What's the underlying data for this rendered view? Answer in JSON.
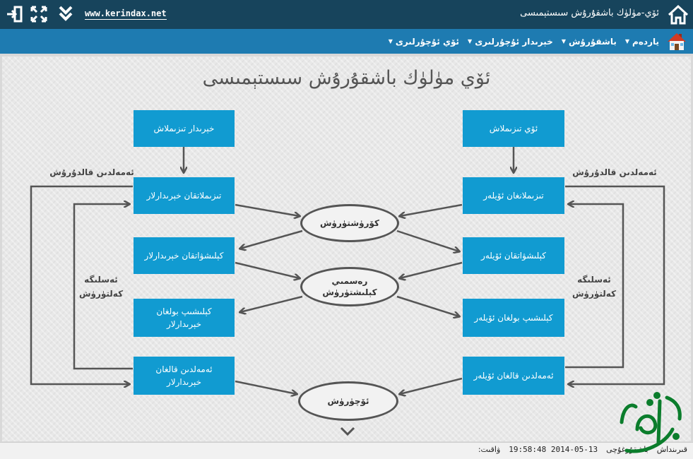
{
  "topbar": {
    "site_url": "www.kerindax.net",
    "app_title": "ئۆي-مۈلۈك باشقۇرۇش سىستېمىسى",
    "icons": [
      "exit-icon",
      "fullscreen-icon",
      "download-icon",
      "home-icon"
    ]
  },
  "menu": {
    "items": [
      {
        "label": "ئۆي ئۇچۇرلىرى"
      },
      {
        "label": "خېرىدار ئۇچۇرلىرى"
      },
      {
        "label": "باشقۇرۇش"
      },
      {
        "label": "ياردەم"
      }
    ]
  },
  "diagram": {
    "title": "ئۆي مۈلۈك باشقۇرۇش سىستېمىسى",
    "left_top": "خېرىدار تىزىملاش",
    "right_top": "ئۆي تىزىملاش",
    "left_boxes": [
      "تىزىملاتقان خېرىدارلار",
      "كېلىشۋاتقان خېرىدارلار",
      "كېلىشىپ بولغان خېرىدارلار",
      "ئەمەلدىن قالغان خېرىدارلار"
    ],
    "right_boxes": [
      "تىزىملانغان ئۆيلەر",
      "كېلىشۋاتقان ئۆيلەر",
      "كېلىشىپ بولغان ئۆيلەر",
      "ئەمەلدىن قالغان ئۆيلەر"
    ],
    "ovals": [
      "كۆرۈشتۈرۈش",
      "رەسمىي كېلىشتۈرۈش",
      "ئۆچۈرۈش"
    ],
    "label_remove": "ئەمەلدىن قالدۇرۇش",
    "label_restore": "ئەسلىگە كەلتۈرۈش"
  },
  "status": {
    "login": "ۋاقىت:",
    "time": "19:58:48 2014-05-13",
    "role": "باشقۇرغۇچى",
    "user": "قىرىنداش"
  },
  "colors": {
    "topbar": "#17445c",
    "menubar": "#1e7bb1",
    "box": "#119bd1",
    "arrow": "#555555"
  }
}
